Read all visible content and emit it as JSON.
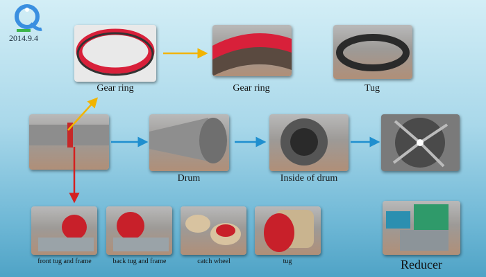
{
  "logo": {
    "date": "2014.9.4"
  },
  "top_row": [
    {
      "label": "Gear ring"
    },
    {
      "label": "Gear ring"
    },
    {
      "label": "Tug"
    }
  ],
  "middle_row": [
    {
      "label": "Drum"
    },
    {
      "label": "Inside of drum"
    }
  ],
  "bottom_row": [
    {
      "label": "front tug and frame"
    },
    {
      "label": "back tug and frame"
    },
    {
      "label": "catch wheel"
    },
    {
      "label": "tug"
    }
  ],
  "reducer": {
    "label": "Reducer"
  },
  "colors": {
    "yellow_arrow": "#f2b400",
    "blue_arrow": "#1f8fcf",
    "red_arrow": "#d42020",
    "gear_red": "#d8203a"
  }
}
